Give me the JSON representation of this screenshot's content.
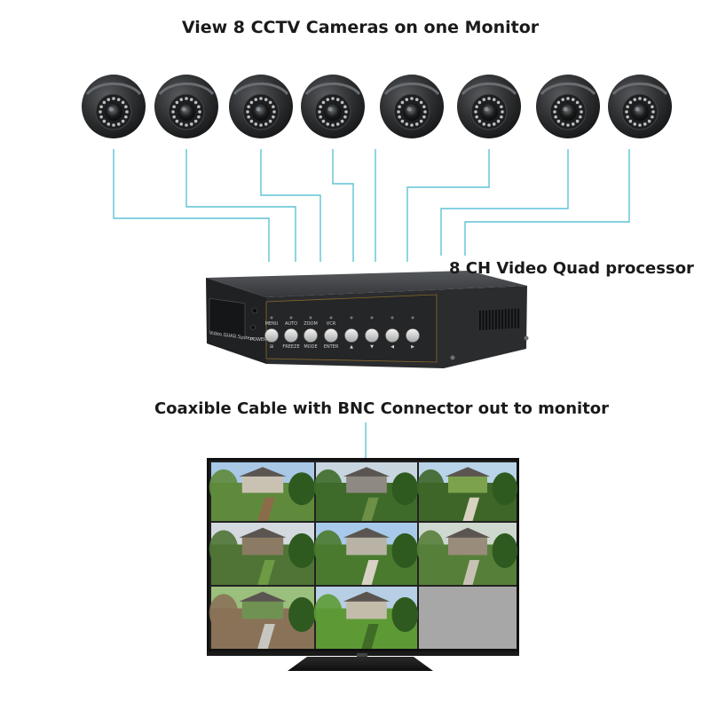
{
  "title": "View 8 CCTV Cameras on one Monitor",
  "processor": {
    "label": "8 CH Video Quad processor",
    "brand_text": "Video QUAD System",
    "buttons": [
      {
        "top": "MENU",
        "bottom": "⊞"
      },
      {
        "top": "AUTO",
        "bottom": "FREEZE"
      },
      {
        "top": "ZOOM",
        "bottom": "MODE"
      },
      {
        "top": "VCR",
        "bottom": "ENTER"
      },
      {
        "top": "",
        "bottom": "▲"
      },
      {
        "top": "",
        "bottom": "▼"
      },
      {
        "top": "",
        "bottom": "◀"
      },
      {
        "top": "",
        "bottom": "▶"
      }
    ],
    "power_label": "POWER"
  },
  "connection_label": "Coaxible Cable with BNC Connector out to monitor",
  "cameras": [
    {
      "id": "camera-1"
    },
    {
      "id": "camera-2"
    },
    {
      "id": "camera-3"
    },
    {
      "id": "camera-4"
    },
    {
      "id": "camera-5"
    },
    {
      "id": "camera-6"
    },
    {
      "id": "camera-7"
    },
    {
      "id": "camera-8"
    }
  ],
  "monitor": {
    "tiles": [
      {
        "scene": "house-garden"
      },
      {
        "scene": "hedge-garden"
      },
      {
        "scene": "lawn-path"
      },
      {
        "scene": "backyard"
      },
      {
        "scene": "house-front"
      },
      {
        "scene": "patio"
      },
      {
        "scene": "deck-chairs"
      },
      {
        "scene": "garden-lawn"
      },
      {
        "scene": "empty"
      }
    ]
  },
  "colors": {
    "wire": "#5fc2d6",
    "camera_body": "#2f3133",
    "processor_body": "#2a2c2e",
    "monitor_frame": "#111111",
    "empty_tile": "#a7a7a7"
  }
}
